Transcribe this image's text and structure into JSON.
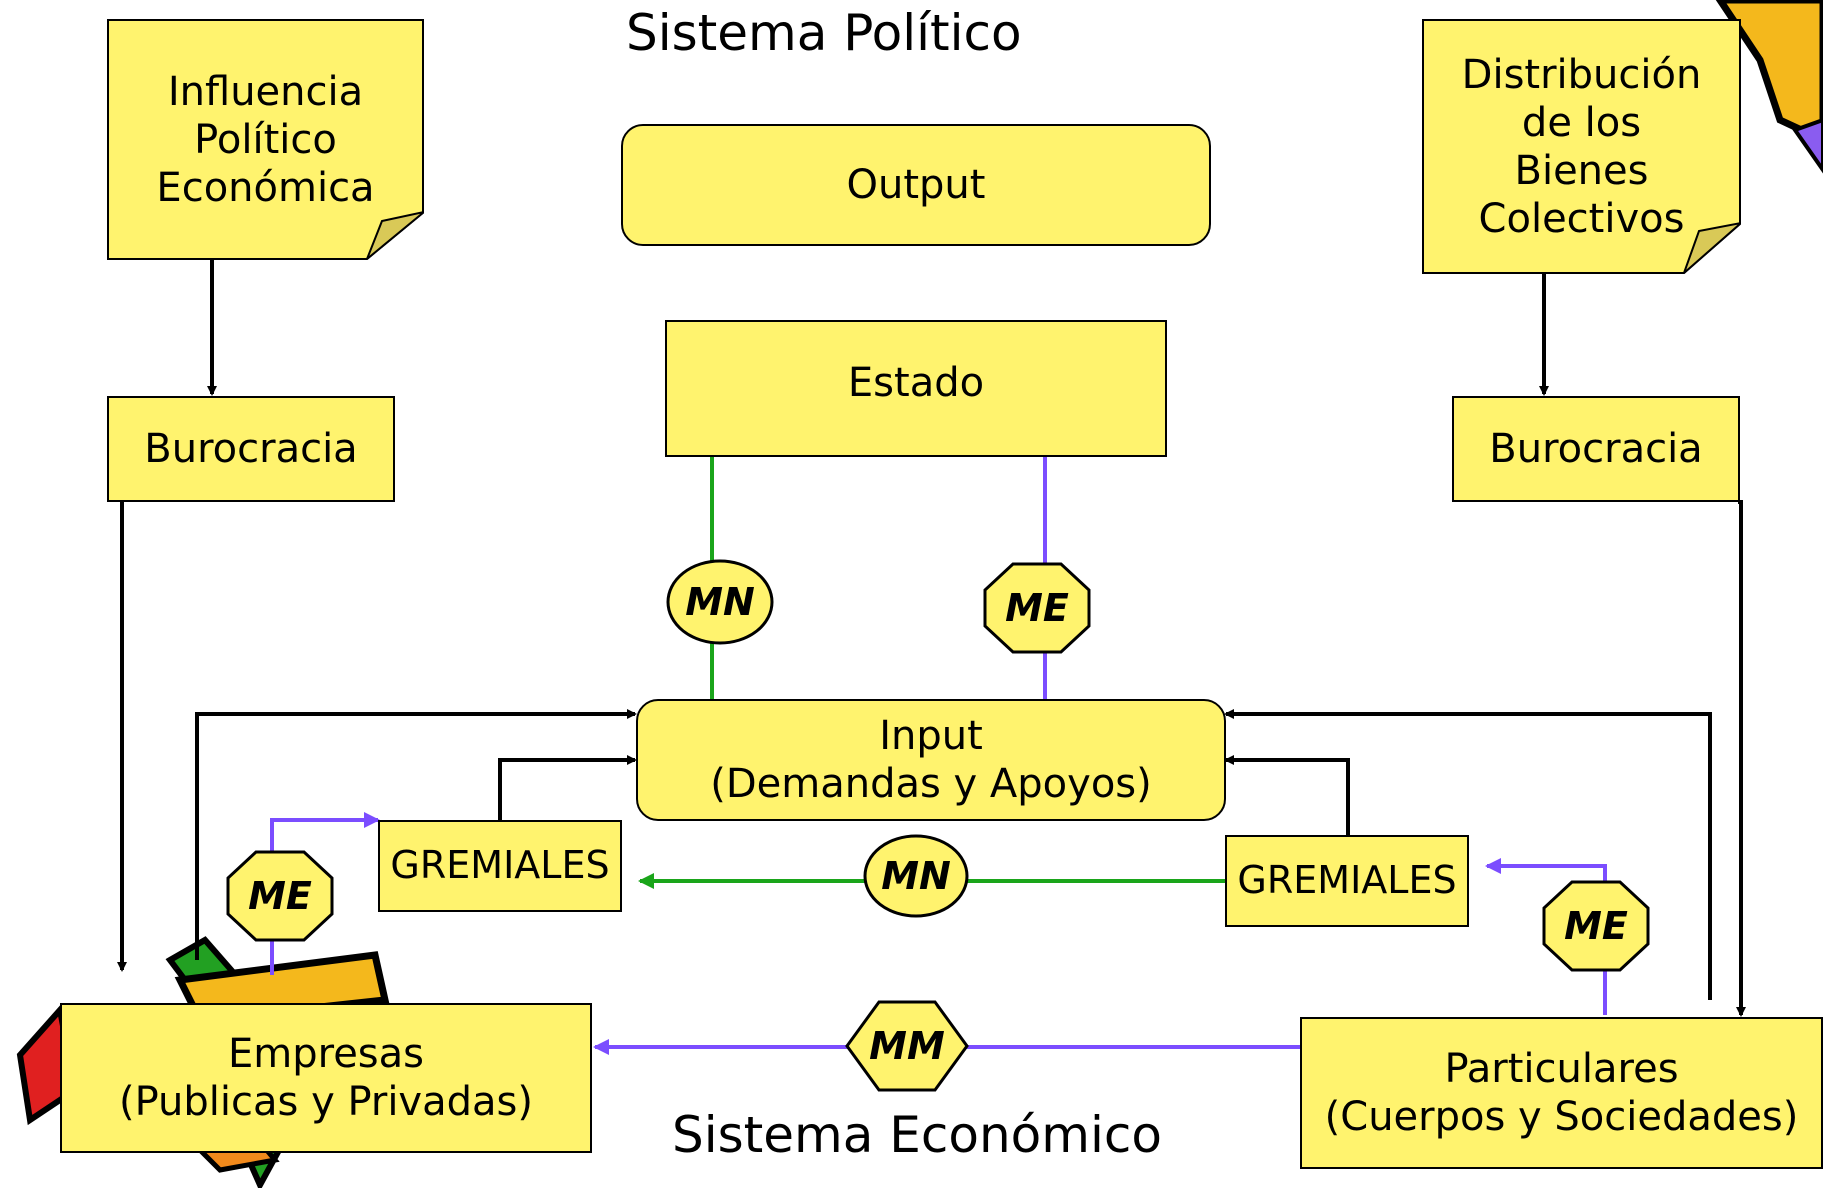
{
  "titles": {
    "politico": "Sistema Político",
    "economico": "Sistema Económico"
  },
  "notes": {
    "influencia": [
      "Influencia",
      "Político",
      "Económica"
    ],
    "distribucion": [
      "Distribución",
      "de los",
      "Bienes",
      "Colectivos"
    ]
  },
  "boxes": {
    "output": "Output",
    "estado": "Estado",
    "burocracia_left": "Burocracia",
    "burocracia_right": "Burocracia",
    "input": [
      "Input",
      "(Demandas y Apoyos)"
    ],
    "gremiales_left": "GREMIALES",
    "gremiales_right": "GREMIALES",
    "empresas": [
      "Empresas",
      "(Publicas y Privadas)"
    ],
    "particulares": [
      "Particulares",
      "(Cuerpos y Sociedades)"
    ]
  },
  "badges": {
    "mn_top": "MN",
    "me_top": "ME",
    "mn_mid": "MN",
    "me_left": "ME",
    "me_right": "ME",
    "mm": "MM"
  },
  "colors": {
    "box_fill": "#fff36e",
    "green_line": "#1aa51a",
    "purple_line": "#7b4dff",
    "black_line": "#000000"
  }
}
